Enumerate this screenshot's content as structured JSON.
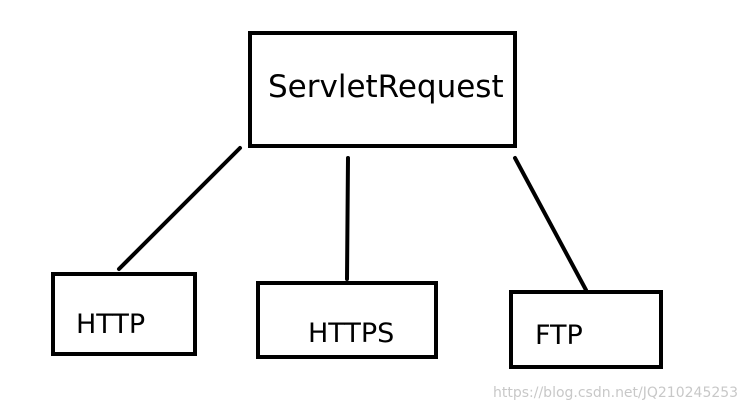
{
  "diagram": {
    "root": {
      "label": "ServletRequest"
    },
    "children": [
      {
        "label": "HTTP"
      },
      {
        "label": "HTTPS"
      },
      {
        "label": "FTP"
      }
    ]
  },
  "watermark": "https://blog.csdn.net/JQ210245253",
  "colors": {
    "stroke": "#000000",
    "background": "#ffffff",
    "watermark": "#c8c8c8"
  }
}
